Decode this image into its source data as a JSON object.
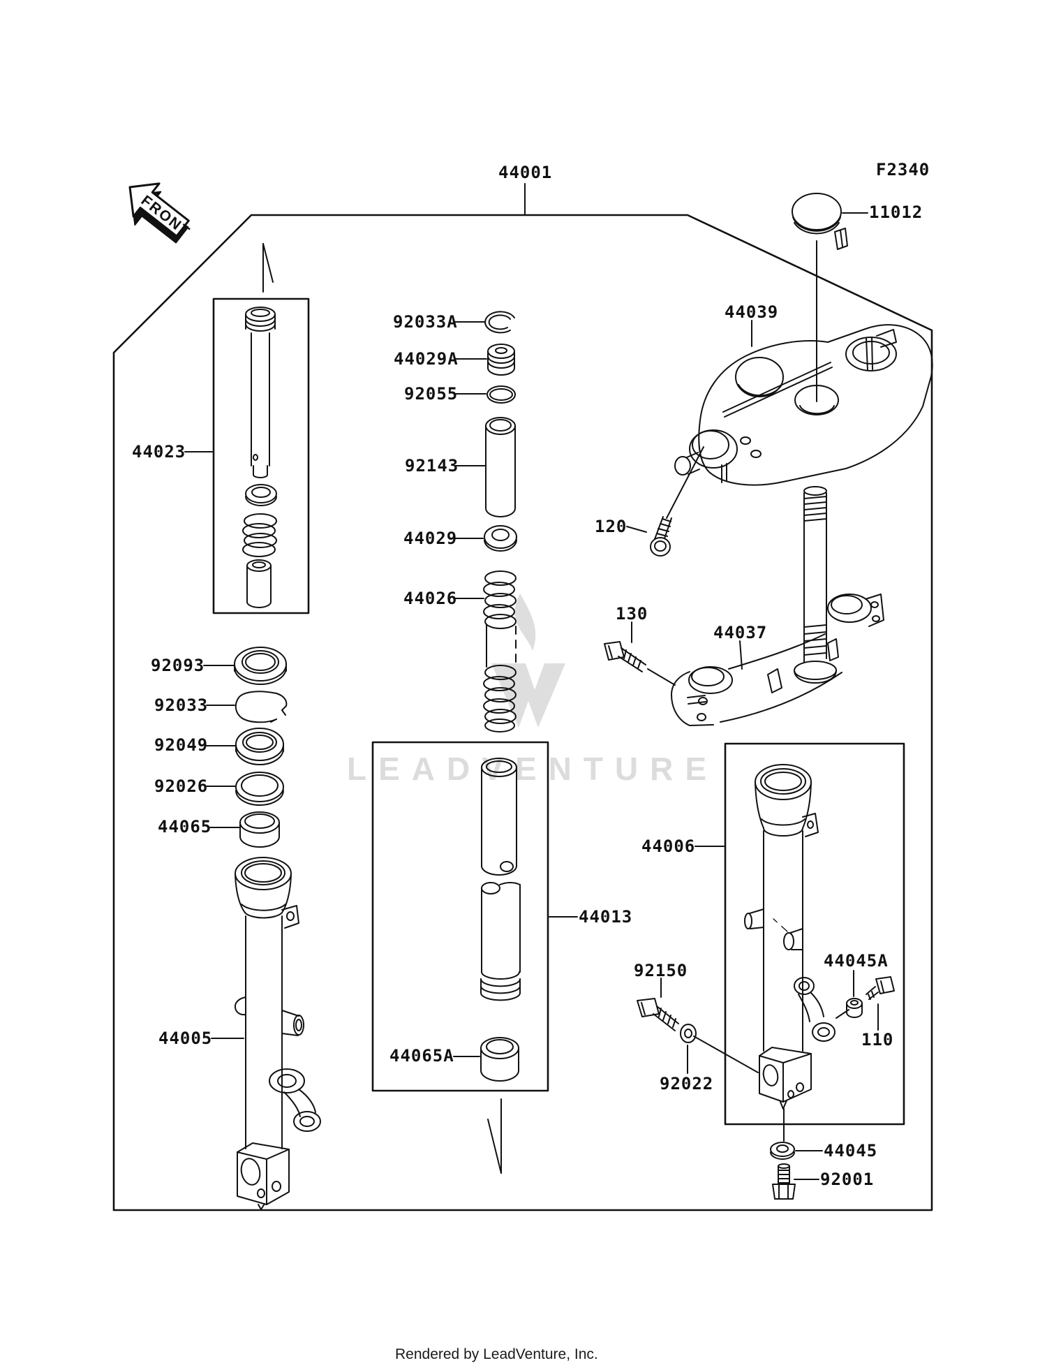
{
  "page": {
    "title": "Front fork parts diagram",
    "diagram_code": "F2340",
    "front_arrow": "FRONT",
    "watermark": "LEADVENTURE",
    "footer": "Rendered by LeadVenture, Inc."
  },
  "part_labels": {
    "44001": "44001",
    "11012": "11012",
    "44039": "44039",
    "92033A": "92033A",
    "44029A": "44029A",
    "92055": "92055",
    "44023": "44023",
    "92143": "92143",
    "120": "120",
    "44029": "44029",
    "44026": "44026",
    "130": "130",
    "44037": "44037",
    "92093": "92093",
    "92033": "92033",
    "92049": "92049",
    "92026": "92026",
    "44065": "44065",
    "44006": "44006",
    "44013": "44013",
    "44045A": "44045A",
    "92150": "92150",
    "44005": "44005",
    "110": "110",
    "44065A": "44065A",
    "92022": "92022",
    "44045": "44045",
    "92001": "92001"
  }
}
